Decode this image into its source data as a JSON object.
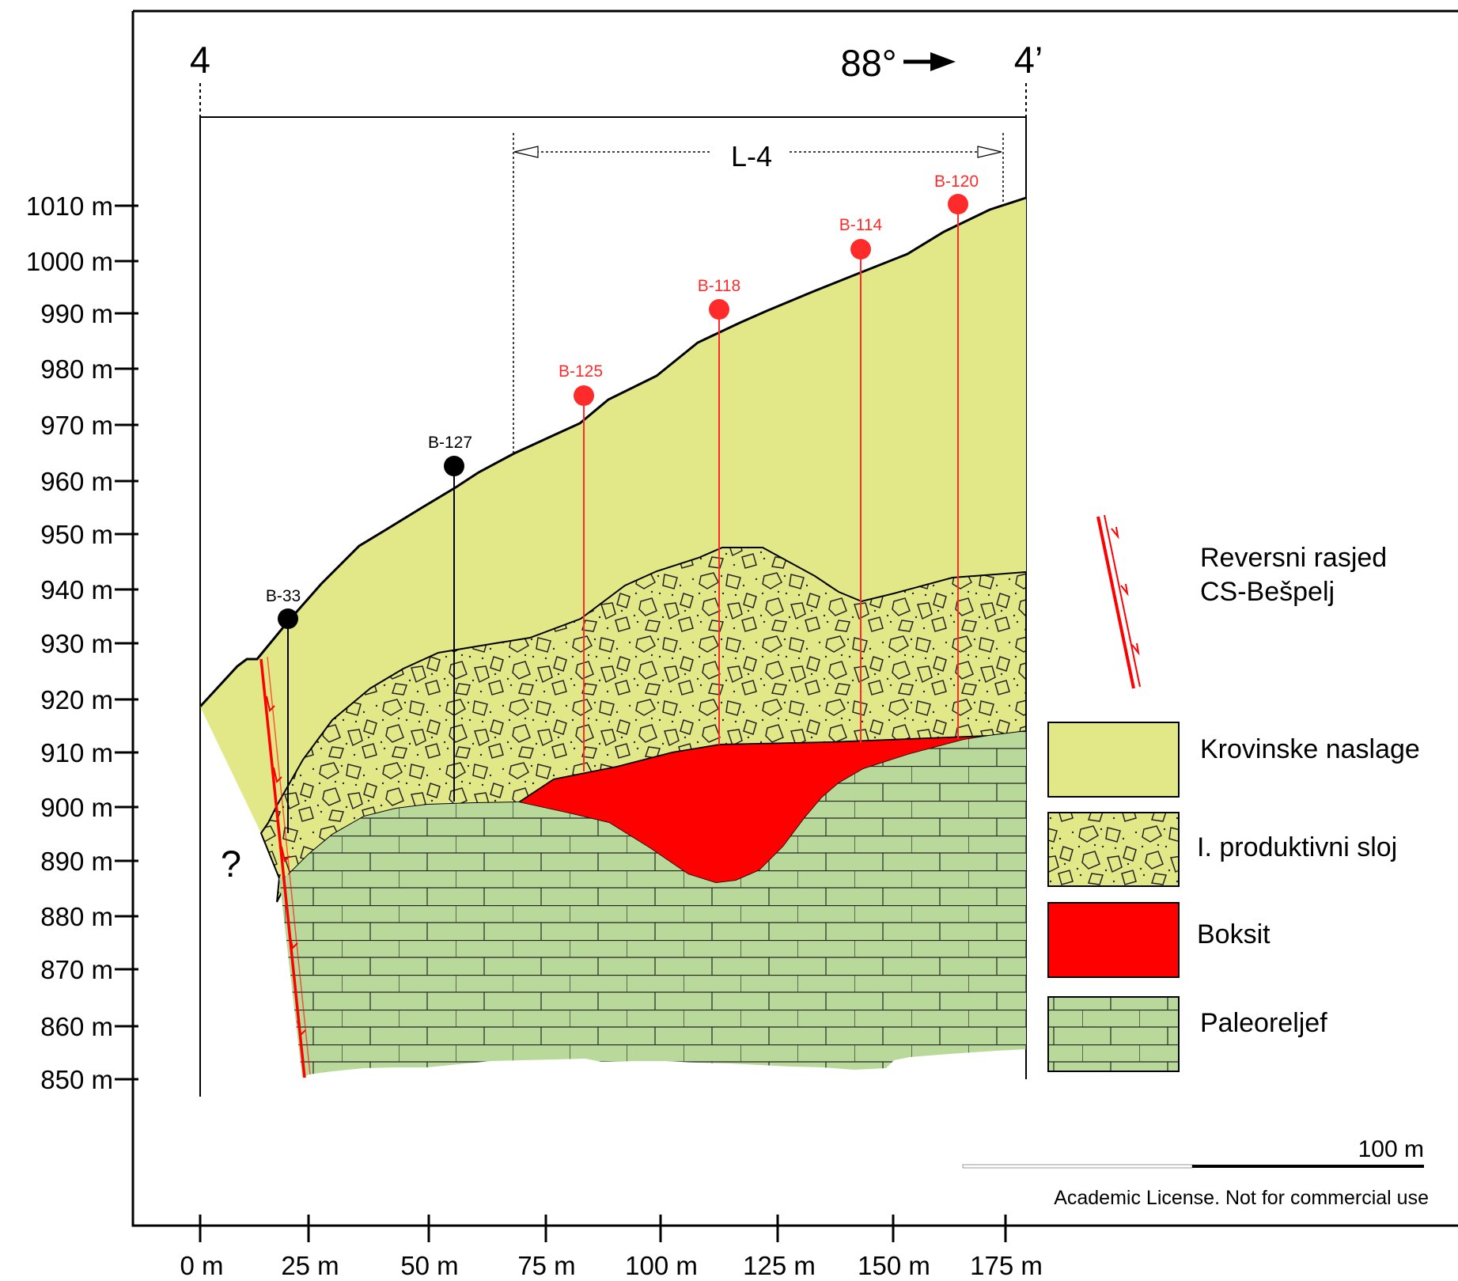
{
  "section": {
    "start_label": "4",
    "end_label": "4’",
    "azimuth_label": "88°",
    "interval_label": "L-4",
    "unknown_marker": "?"
  },
  "axes": {
    "y_ticks": [
      "1010 m",
      "1000 m",
      "990 m",
      "980 m",
      "970 m",
      "960 m",
      "950 m",
      "940 m",
      "930 m",
      "920 m",
      "910 m",
      "900 m",
      "890 m",
      "880 m",
      "870 m",
      "860 m",
      "850 m"
    ],
    "x_ticks": [
      "0 m",
      "25 m",
      "50 m",
      "75 m",
      "100 m",
      "125 m",
      "150 m",
      "175 m"
    ]
  },
  "boreholes": [
    {
      "name": "B-33",
      "color": "#000000"
    },
    {
      "name": "B-127",
      "color": "#000000"
    },
    {
      "name": "B-125",
      "color": "#ff2b2b"
    },
    {
      "name": "B-118",
      "color": "#ff2b2b"
    },
    {
      "name": "B-114",
      "color": "#ff2b2b"
    },
    {
      "name": "B-120",
      "color": "#ff2b2b"
    }
  ],
  "legend": {
    "fault_line1": "Reversni rasjed",
    "fault_line2": "CS-Bešpelj",
    "items": [
      {
        "label": "Krovinske naslage",
        "color": "#e2e887"
      },
      {
        "label": "I. produktivni sloj",
        "color": "#e2e887"
      },
      {
        "label": "Boksit",
        "color": "#ff0000"
      },
      {
        "label": "Paleoreljef",
        "color": "#b9d99a"
      }
    ]
  },
  "scale_bar": {
    "label": "100 m"
  },
  "footer": {
    "license": "Academic License. Not for commercial use"
  }
}
